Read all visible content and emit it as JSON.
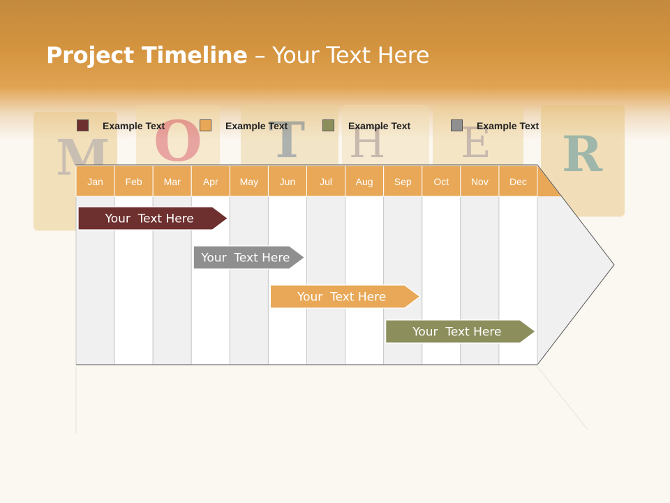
{
  "title": {
    "bold": "Project Timeline",
    "rest": " – Your Text Here"
  },
  "legend": [
    {
      "label": "Example Text",
      "color": "#6e2f2f"
    },
    {
      "label": "Example Text",
      "color": "#e8a857"
    },
    {
      "label": "Example Text",
      "color": "#8c8f5c"
    },
    {
      "label": "Example Text",
      "color": "#8f8f8f"
    }
  ],
  "months": [
    "Jan",
    "Feb",
    "Mar",
    "Apr",
    "May",
    "Jun",
    "Jul",
    "Aug",
    "Sep",
    "Oct",
    "Nov",
    "Dec"
  ],
  "tasks": [
    {
      "label": "Your  Text Here",
      "color": "#6e2f2f",
      "start_month": "Jan",
      "end_month": "Apr"
    },
    {
      "label": "Your  Text Here",
      "color": "#8f8f8f",
      "start_month": "Apr",
      "end_month": "Jun"
    },
    {
      "label": "Your  Text Here",
      "color": "#e8a857",
      "start_month": "Jun",
      "end_month": "Sep"
    },
    {
      "label": "Your  Text Here",
      "color": "#8c8f5c",
      "start_month": "Sep",
      "end_month": "Dec"
    }
  ],
  "colors": {
    "header": "#e8a857",
    "header_text": "#ffffff"
  }
}
